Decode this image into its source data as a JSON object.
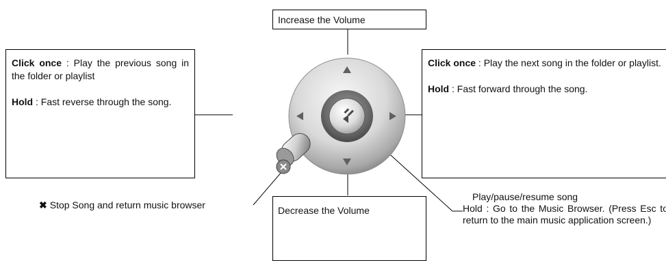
{
  "top_box": {
    "text": "Increase the Volume"
  },
  "bottom_box": {
    "text": "Decrease the Volume"
  },
  "left_box": {
    "click_label": "Click once",
    "click_text": " : Play the previous song in the folder or playlist",
    "hold_label": "Hold",
    "hold_text": " : Fast reverse through the song."
  },
  "right_box": {
    "click_label": "Click once",
    "click_text": " : Play the next song in the folder or playlist.",
    "hold_label": "Hold",
    "hold_text": " : Fast forward through the song."
  },
  "stop_label": {
    "icon": "✖",
    "text": "Stop Song and return music browser"
  },
  "play_label": {
    "line1": "Play/pause/resume song",
    "line2": "Hold : Go to the Music Browser. (Press Esc to return to the main music application screen.)"
  },
  "colors": {
    "pad_light": "#eeeeee",
    "pad_mid": "#c8c8c8",
    "pad_dark": "#6e6e6e",
    "arrow": "#606060"
  }
}
